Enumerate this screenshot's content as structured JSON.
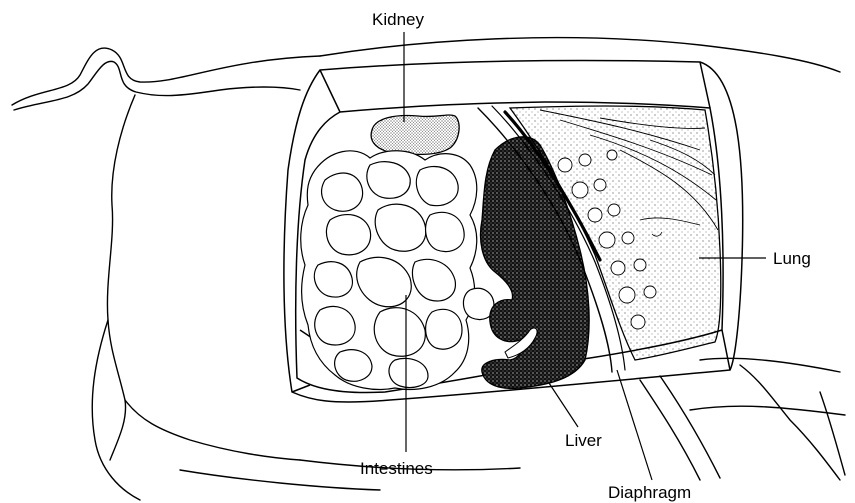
{
  "labels": {
    "kidney": "Kidney",
    "lung": "Lung",
    "liver": "Liver",
    "intestines": "Intestines",
    "diaphragm": "Diaphragm"
  },
  "colors": {
    "ink": "#000000",
    "background": "#ffffff",
    "liver_fill": "#1a1a1a"
  }
}
